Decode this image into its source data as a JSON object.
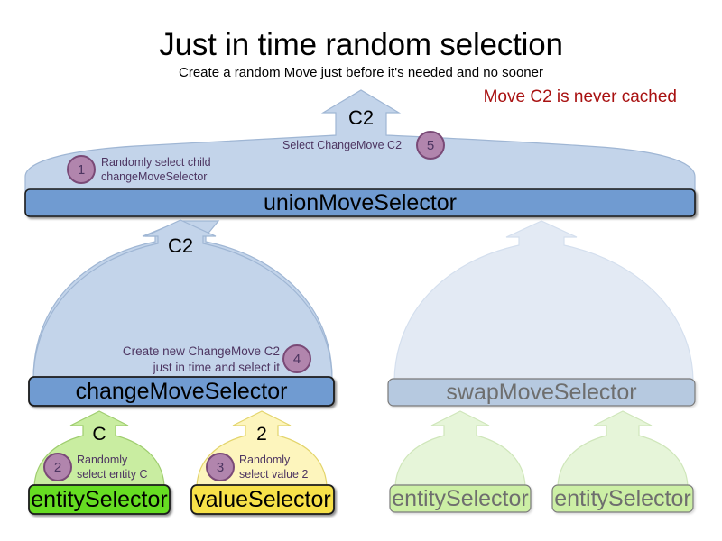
{
  "header": {
    "title": "Just in time random selection",
    "subtitle": "Create a random Move just before it's needed and no sooner",
    "note": "Move C2 is never cached",
    "note_color": "#A81111"
  },
  "colors": {
    "dome_blue_fill": "#c3d4ea",
    "dome_blue_stroke": "#9fb6d4",
    "dome_blue_faded_fill": "#e3eaf4",
    "dome_blue_faded_stroke": "#d4dfee",
    "box_blue_fill": "#6f9bd1",
    "box_blue_stroke": "#1a1a1a",
    "box_blue_faded_fill": "#b6c9e0",
    "box_blue_faded_stroke": "#7a7a7a",
    "dome_green_fill": "#c9eda1",
    "dome_green_stroke": "#9fcd6f",
    "dome_green_faded_fill": "#e6f5d9",
    "dome_green_faded_stroke": "#cfe6ba",
    "box_green_fill": "#66dd22",
    "box_green_stroke": "#1a1a1a",
    "box_green_faded_fill": "#ccefa5",
    "box_green_faded_stroke": "#7a7a7a",
    "dome_yellow_fill": "#fdf5bd",
    "dome_yellow_stroke": "#e3d46b",
    "box_yellow_fill": "#f7e14a",
    "box_yellow_stroke": "#1a1a1a",
    "badge_fill": "#b185ad",
    "badge_stroke": "#7a4a77",
    "note_text": "#4d3561",
    "faded_text": "#6e6e6e"
  },
  "nodes": {
    "union_move_selector": {
      "label": "unionMoveSelector",
      "faded": false
    },
    "change_move_selector": {
      "label": "changeMoveSelector",
      "faded": false
    },
    "swap_move_selector": {
      "label": "swapMoveSelector",
      "faded": true
    },
    "entity_selector_left": {
      "label": "entitySelector",
      "faded": false
    },
    "value_selector": {
      "label": "valueSelector",
      "faded": false
    },
    "entity_selector_swap_1": {
      "label": "entitySelector",
      "faded": true
    },
    "entity_selector_swap_2": {
      "label": "entitySelector",
      "faded": true
    }
  },
  "move_values": {
    "union_out": "C2",
    "change_out": "C2",
    "entity_out": "C",
    "value_out": "2"
  },
  "steps": [
    {
      "number": "1",
      "text_lines": [
        "Randomly select child",
        "changeMoveSelector"
      ],
      "badge_side": "left"
    },
    {
      "number": "2",
      "text_lines": [
        "Randomly",
        "select entity C"
      ],
      "badge_side": "left"
    },
    {
      "number": "3",
      "text_lines": [
        "Randomly",
        "select value 2"
      ],
      "badge_side": "left"
    },
    {
      "number": "4",
      "text_lines": [
        "Create new ChangeMove C2",
        "just in time and select it"
      ],
      "badge_side": "right"
    },
    {
      "number": "5",
      "text_lines": [
        "Select ChangeMove C2"
      ],
      "badge_side": "right"
    }
  ]
}
